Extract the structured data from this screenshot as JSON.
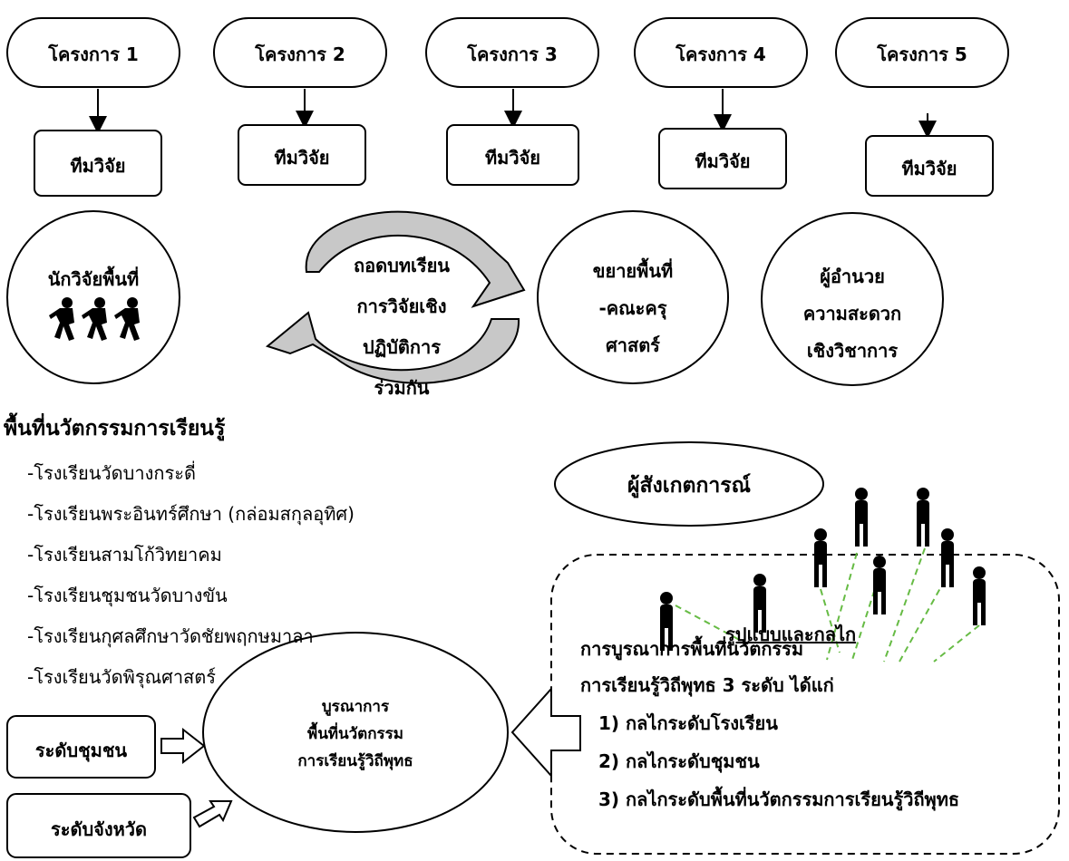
{
  "projects": [
    {
      "label": "โครงการ 1",
      "team": "ทีมวิจัย"
    },
    {
      "label": "โครงการ 2",
      "team": "ทีมวิจัย"
    },
    {
      "label": "โครงการ 3",
      "team": "ทีมวิจัย"
    },
    {
      "label": "โครงการ 4",
      "team": "ทีมวิจัย"
    },
    {
      "label": "โครงการ 5",
      "team": "ทีมวิจัย"
    }
  ],
  "researcher_circle": {
    "label": "นักวิจัยพื้นที่"
  },
  "cycle": {
    "lines": [
      "ถอดบทเรียน",
      "การวิจัยเชิง",
      "ปฏิบัติการ",
      "ร่วมกัน"
    ]
  },
  "expand_circle": {
    "lines": [
      "ขยายพื้นที่",
      "-คณะครุ",
      "ศาสตร์"
    ]
  },
  "facilitator_circle": {
    "lines": [
      "ผู้อำนวย",
      "ความสะดวก",
      "เชิงวิชาการ"
    ]
  },
  "learning_area": {
    "title": "พื้นที่นวัตกรรมการเรียนรู้",
    "schools": [
      "-โรงเรียนวัดบางกระดี่",
      "-โรงเรียนพระอินทร์ศึกษา (กล่อมสกุลอุทิศ)",
      "-โรงเรียนสามโก้วิทยาคม",
      "-โรงเรียนชุมชนวัดบางขัน",
      "-โรงเรียนกุศลศึกษาวัดชัยพฤกษมาลา",
      "-โรงเรียนวัดพิรุณศาสตร์"
    ]
  },
  "observer": {
    "label": "ผู้สังเกตการณ์"
  },
  "mechanism": {
    "heading": "รูปแบบและกลไก",
    "line1": "การบูรณาการพื้นที่นวัตกรรม",
    "line2": "การเรียนรู้วิถีพุทธ 3 ระดับ ได้แก่",
    "items": [
      "1) กลไกระดับโรงเรียน",
      "2) กลไกระดับชุมชน",
      "3) กลไกระดับพื้นที่นวัตกรรมการเรียนรู้วิถีพุทธ"
    ]
  },
  "levels": {
    "community": "ระดับชุมชน",
    "province": "ระดับจังหวัด"
  },
  "integration": {
    "lines": [
      "บูรณาการ",
      "พื้นที่นวัตกรรม",
      "การเรียนรู้วิถีพุทธ"
    ]
  },
  "colors": {
    "stroke": "#000000",
    "arrow_fill": "#c8c8c8",
    "dash_green": "#66bb44"
  }
}
